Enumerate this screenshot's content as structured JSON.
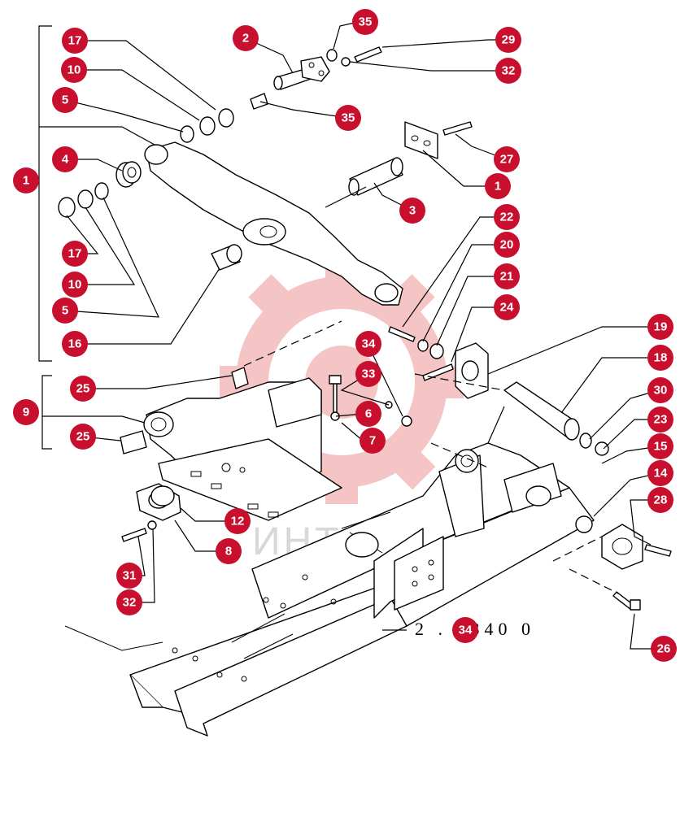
{
  "watermark": {
    "text": "ИНТЕХ",
    "color": "#f2b3b3"
  },
  "reference_code": "2 . 2340 0",
  "callout_color": "#c8102e",
  "callouts": [
    {
      "id": "c1a",
      "label": "1"
    },
    {
      "id": "c1b",
      "label": "1"
    },
    {
      "id": "c2",
      "label": "2"
    },
    {
      "id": "c3",
      "label": "3"
    },
    {
      "id": "c4",
      "label": "4"
    },
    {
      "id": "c5a",
      "label": "5"
    },
    {
      "id": "c5b",
      "label": "5"
    },
    {
      "id": "c6",
      "label": "6"
    },
    {
      "id": "c7",
      "label": "7"
    },
    {
      "id": "c8",
      "label": "8"
    },
    {
      "id": "c9",
      "label": "9"
    },
    {
      "id": "c10a",
      "label": "10"
    },
    {
      "id": "c10b",
      "label": "10"
    },
    {
      "id": "c12",
      "label": "12"
    },
    {
      "id": "c14",
      "label": "14"
    },
    {
      "id": "c15",
      "label": "15"
    },
    {
      "id": "c16",
      "label": "16"
    },
    {
      "id": "c17a",
      "label": "17"
    },
    {
      "id": "c17b",
      "label": "17"
    },
    {
      "id": "c18",
      "label": "18"
    },
    {
      "id": "c19",
      "label": "19"
    },
    {
      "id": "c20",
      "label": "20"
    },
    {
      "id": "c21",
      "label": "21"
    },
    {
      "id": "c22",
      "label": "22"
    },
    {
      "id": "c23",
      "label": "23"
    },
    {
      "id": "c24",
      "label": "24"
    },
    {
      "id": "c25a",
      "label": "25"
    },
    {
      "id": "c25b",
      "label": "25"
    },
    {
      "id": "c26",
      "label": "26"
    },
    {
      "id": "c27",
      "label": "27"
    },
    {
      "id": "c28",
      "label": "28"
    },
    {
      "id": "c29",
      "label": "29"
    },
    {
      "id": "c30",
      "label": "30"
    },
    {
      "id": "c31",
      "label": "31"
    },
    {
      "id": "c32a",
      "label": "32"
    },
    {
      "id": "c32b",
      "label": "32"
    },
    {
      "id": "c33",
      "label": "33"
    },
    {
      "id": "c34a",
      "label": "34"
    },
    {
      "id": "c34b",
      "label": "34"
    },
    {
      "id": "c35a",
      "label": "35"
    },
    {
      "id": "c35b",
      "label": "35"
    }
  ]
}
